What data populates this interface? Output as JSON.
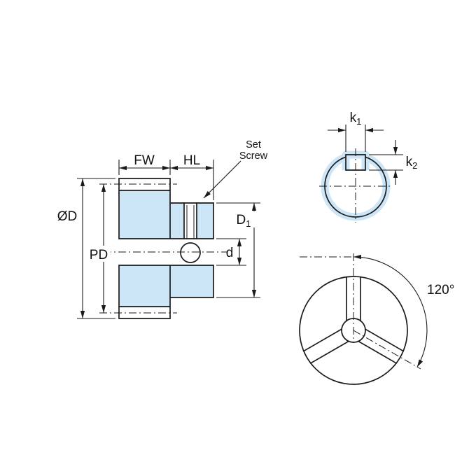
{
  "colors": {
    "highlight_fill": "#cde6f7",
    "line": "#1a1a1a",
    "background": "#ffffff"
  },
  "section_view": {
    "fw_label": "FW",
    "hl_label": "HL",
    "set_screw_label": {
      "line1": "Set",
      "line2": "Screw"
    },
    "od_label": "ØD",
    "pd_label": "PD",
    "d1_label": {
      "base": "D",
      "sub": "1"
    },
    "bore_label": "d"
  },
  "shaft_view": {
    "k1_label": {
      "base": "k",
      "sub": "1"
    },
    "k2_label": {
      "base": "k",
      "sub": "2"
    }
  },
  "front_view": {
    "angle_label": "120°"
  }
}
